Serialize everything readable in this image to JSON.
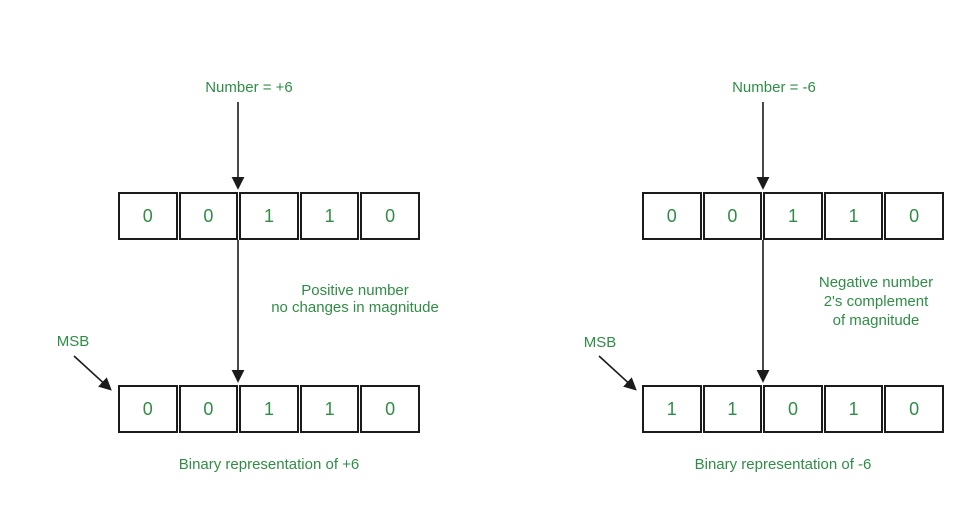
{
  "colors": {
    "green": "#2f8d46",
    "line": "#1b1b1b",
    "background": "#ffffff"
  },
  "left": {
    "number_label": "Number = +6",
    "top_box": {
      "bits": [
        "0",
        "0",
        "1",
        "1",
        "0"
      ]
    },
    "transform_note": {
      "line1": "Positive number",
      "line2": "no changes in magnitude"
    },
    "msb_label": "MSB",
    "bottom_box": {
      "bits": [
        "0",
        "0",
        "1",
        "1",
        "0"
      ]
    },
    "caption": "Binary representation of +6"
  },
  "right": {
    "number_label": "Number = -6",
    "top_box": {
      "bits": [
        "0",
        "0",
        "1",
        "1",
        "0"
      ]
    },
    "transform_note": {
      "line1": "Negative number",
      "line2": "2's complement",
      "line3": "of magnitude"
    },
    "msb_label": "MSB",
    "bottom_box": {
      "bits": [
        "1",
        "1",
        "0",
        "1",
        "0"
      ]
    },
    "caption": "Binary representation of -6"
  }
}
